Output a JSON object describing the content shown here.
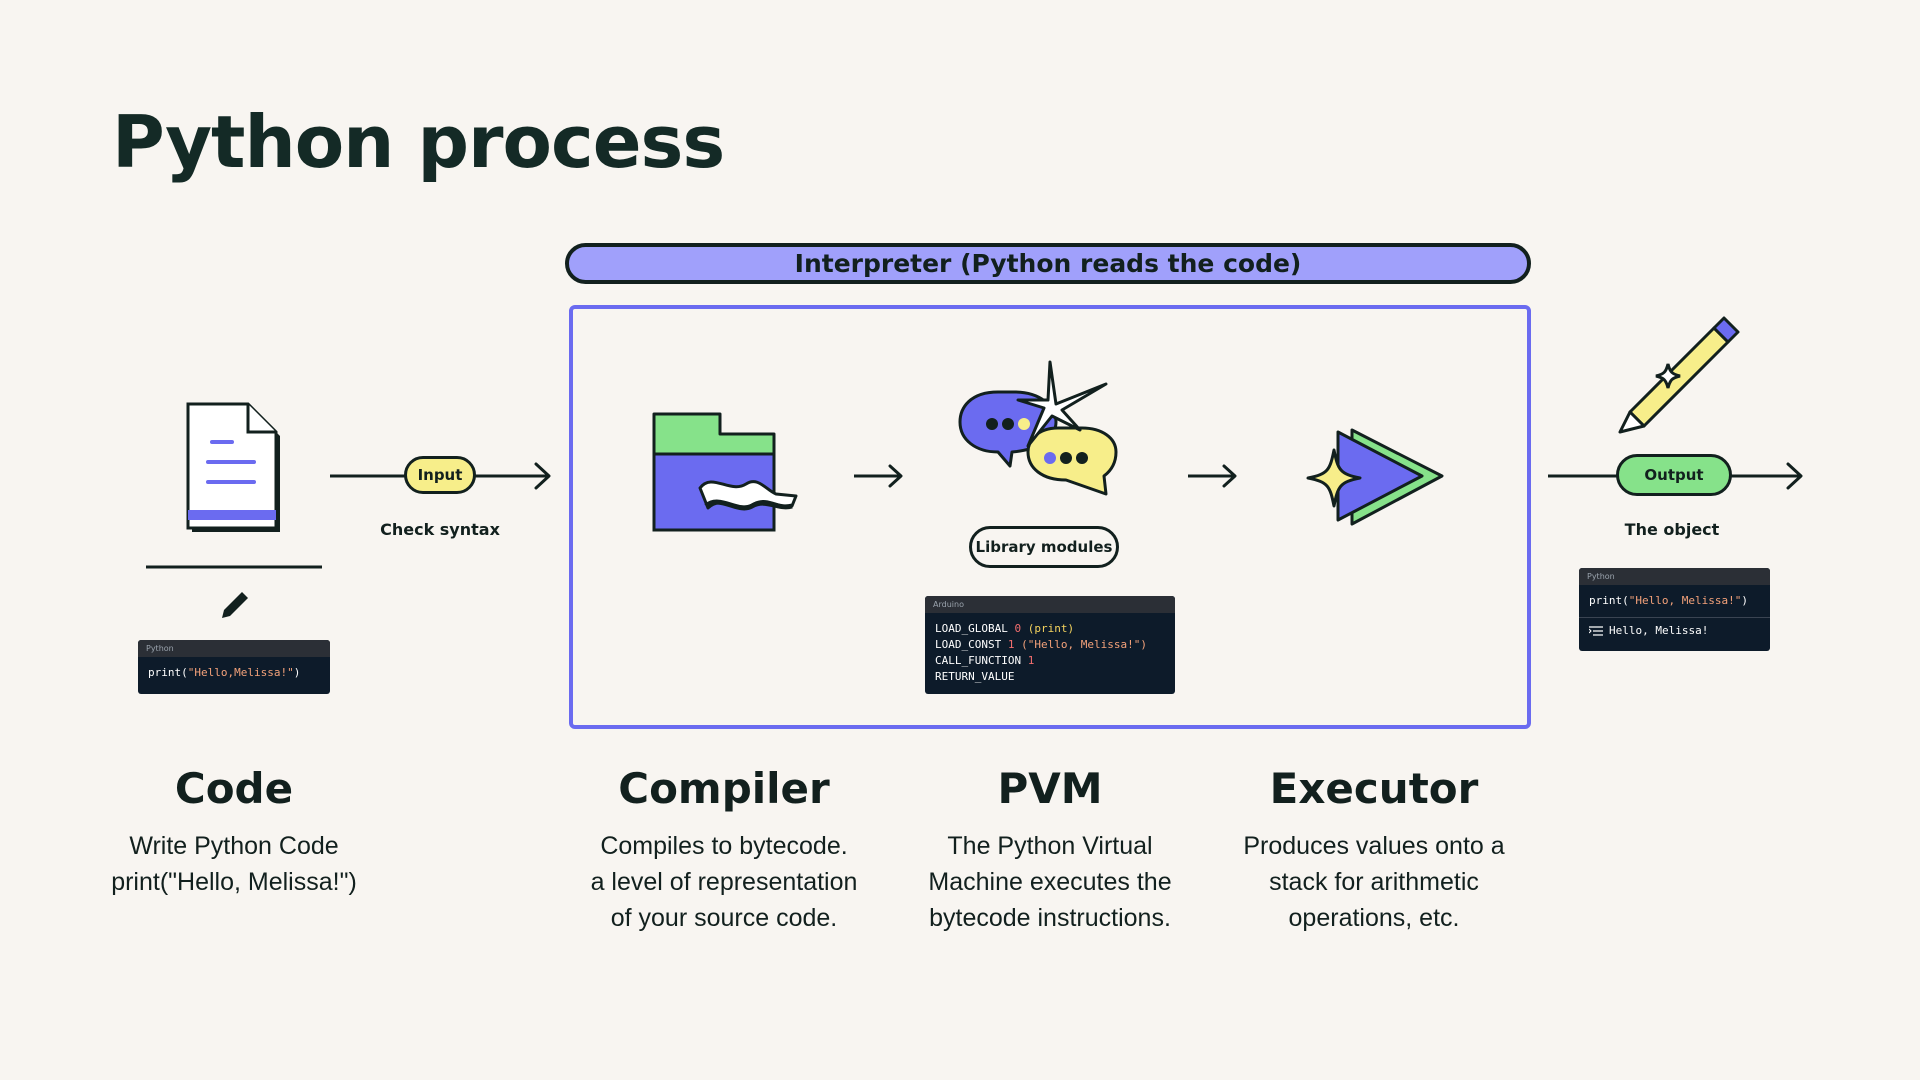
{
  "title": "Python process",
  "interpreter": {
    "label": "Interpreter (Python reads the code)"
  },
  "flow": {
    "input_label": "Input",
    "check_syntax": "Check syntax",
    "library_modules": "Library modules",
    "output_label": "Output",
    "the_object": "The object"
  },
  "code_snippet": {
    "lang": "Python",
    "fn": "print(",
    "str": "\"Hello,Melissa!\"",
    "close": ")"
  },
  "bytecode_snippet": {
    "lang": "Arduino",
    "lines": [
      {
        "op": "LOAD_GLOBAL",
        "num": "0",
        "arg": "(print)"
      },
      {
        "op": "LOAD_CONST",
        "num": "1",
        "arg": "(\"Hello, Melissa!\")"
      },
      {
        "op": "CALL_FUNCTION",
        "num": "1",
        "arg": ""
      },
      {
        "op": "RETURN_VALUE",
        "num": "",
        "arg": ""
      }
    ]
  },
  "output_snippet": {
    "lang": "Python",
    "fn": "print(",
    "str": "\"Hello, Melissa!\"",
    "close": ")",
    "result": "Hello, Melissa!"
  },
  "stages": [
    {
      "title": "Code",
      "desc": [
        "Write Python Code",
        "print(\"Hello, Melissa!\")"
      ]
    },
    {
      "title": "Compiler",
      "desc": [
        "Compiles to bytecode.",
        "a level of representation",
        "of your source code."
      ]
    },
    {
      "title": "PVM",
      "desc": [
        "The Python Virtual",
        "Machine executes the",
        "bytecode instructions."
      ]
    },
    {
      "title": "Executor",
      "desc": [
        "Produces values onto a",
        "stack for arithmetic",
        "operations, etc."
      ]
    }
  ],
  "colors": {
    "background": "#f8f5f1",
    "ink": "#12201e",
    "purple": "#6b6bf0",
    "lavender": "#a0a0fb",
    "green": "#86e28a",
    "yellow": "#f7ee8a",
    "code_bg": "#0d1b2a"
  },
  "icons": [
    "document-icon",
    "pencil-icon",
    "folder-icon",
    "chat-bubbles-icon",
    "sparkle-icon",
    "play-arrow-icon",
    "pen-icon",
    "terminal-icon"
  ]
}
